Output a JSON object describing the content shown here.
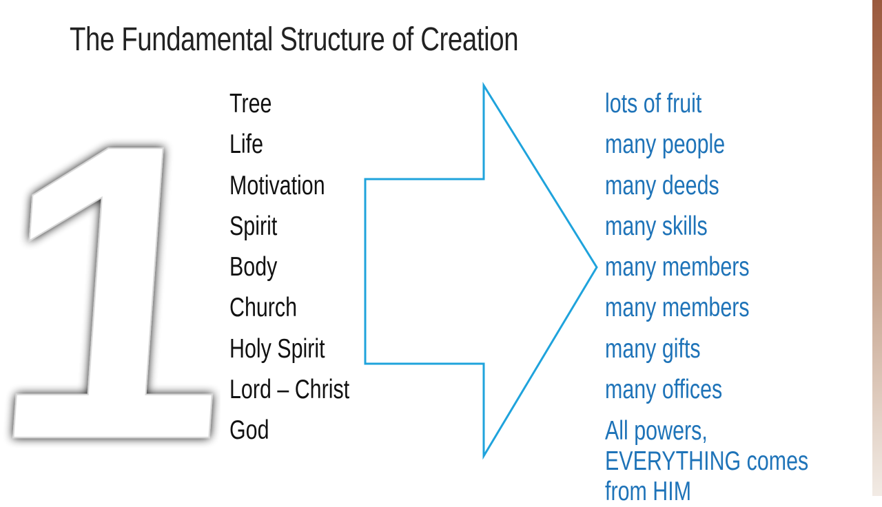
{
  "slide": {
    "title": "The Fundamental Structure of Creation",
    "big_numeral": "1",
    "left_items": [
      "Tree",
      "Life",
      "Motivation",
      "Spirit",
      "Body",
      "Church",
      "Holy Spirit",
      "Lord – Christ",
      "God"
    ],
    "right_items": [
      "lots of fruit",
      "many people",
      "many deeds",
      "many skills",
      "many members",
      "many members",
      "many gifts",
      "many offices",
      "All powers, EVERYTHING comes from HIM"
    ],
    "colors": {
      "arrow_stroke": "#1fa3dc",
      "right_text": "#1e73b8",
      "left_text": "#111111",
      "title_text": "#222222"
    },
    "icons": {
      "numeral": "numeral-one-icon",
      "arrow": "right-arrow-icon"
    }
  }
}
